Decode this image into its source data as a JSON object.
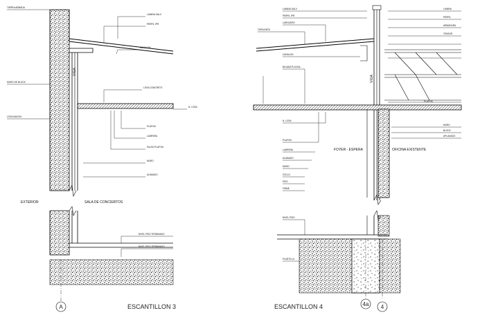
{
  "left": {
    "title": "ESCANTILLON 3",
    "grid_mark": "A",
    "exterior_label": "EXTERIOR",
    "sala_label": "SALA DE CONCIERTOS",
    "viga_label": "VIGA",
    "nivel_top": "NIVEL PISO TERMINADO",
    "nivel_bottom": "NIVEL PISO TERMINADO"
  },
  "right": {
    "title": "ESCANTILLON 4",
    "grid_mark_a": "4a",
    "grid_mark_b": "4",
    "foyer_label": "FOYER - ESPERA",
    "oficina_label": "OFICINA EXISTENTE",
    "viga_label": "VIGA"
  }
}
